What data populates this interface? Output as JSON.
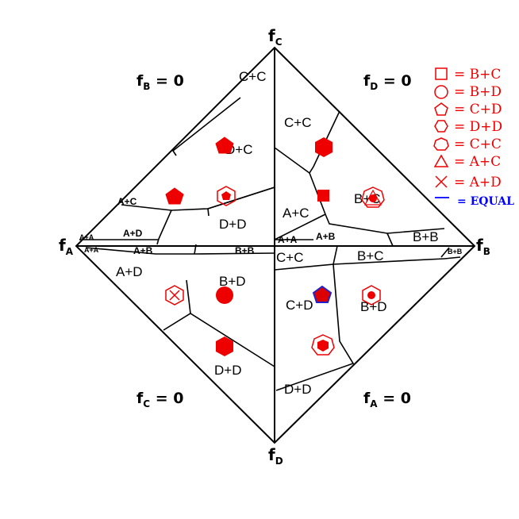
{
  "corners": {
    "top": {
      "main": "f",
      "sub": "C"
    },
    "left": {
      "main": "f",
      "sub": "A"
    },
    "right": {
      "main": "f",
      "sub": "B"
    },
    "bottom": {
      "main": "f",
      "sub": "D"
    }
  },
  "faces": {
    "top_left": {
      "main": "f",
      "sub": "B",
      "rest": " = 0"
    },
    "top_right": {
      "main": "f",
      "sub": "D",
      "rest": " = 0"
    },
    "bottom_left": {
      "main": "f",
      "sub": "C",
      "rest": " = 0"
    },
    "bottom_right": {
      "main": "f",
      "sub": "A",
      "rest": " = 0"
    }
  },
  "regions": {
    "q1_cc": "C+C",
    "q1_dc": "D+C",
    "q1_ac": "A+C",
    "q1_ad": "A+D",
    "q1_dd": "D+D",
    "q1_aa": "A+A",
    "q1_aa2": "A+A",
    "q1_ab": "A+B",
    "q1_bb": "B+B",
    "q2_cc": "C+C",
    "q2_bc": "B+C",
    "q2_ac": "A+C",
    "q2_aa": "A+A",
    "q2_ab": "A+B",
    "q2_bb": "B+B",
    "q3_ad": "A+D",
    "q3_bd": "B+D",
    "q3_dd": "D+D",
    "q4_cc": "C+C",
    "q4_bc": "B+C",
    "q4_bb": "B+B",
    "q4_cd": "C+D",
    "q4_bd": "B+D",
    "q4_dd": "D+D"
  },
  "legend": {
    "items": [
      {
        "text": "= B+C",
        "shape": "square-icon"
      },
      {
        "text": "= B+D",
        "shape": "circle-icon"
      },
      {
        "text": "= C+D",
        "shape": "pentagon-icon"
      },
      {
        "text": "= D+D",
        "shape": "hexagon-icon"
      },
      {
        "text": "= C+C",
        "shape": "heptagon-icon"
      },
      {
        "text": "= A+C",
        "shape": "triangle-icon"
      },
      {
        "text": "= A+D",
        "shape": "cross-icon"
      }
    ],
    "equal": "= EQUAL",
    "color": "#ff0000",
    "equal_color": "#0000ff"
  }
}
